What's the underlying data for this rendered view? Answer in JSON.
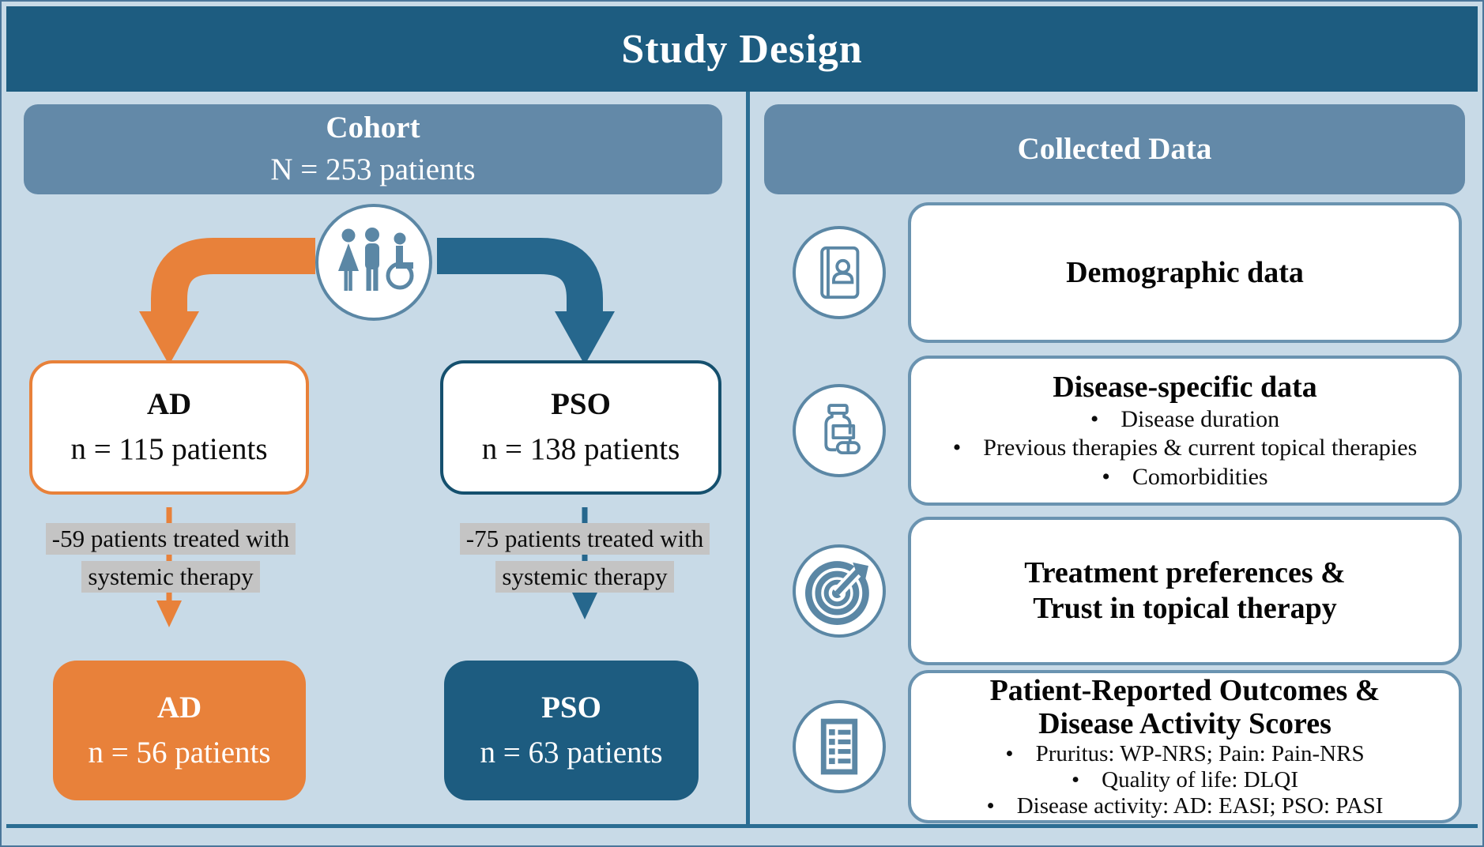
{
  "title": "Study Design",
  "glyphs": {
    "bullet": "•"
  },
  "colors": {
    "header_bg": "#1d5c80",
    "panel_bg": "#c8dae7",
    "subheader_bg": "#6389a8",
    "orange_accent": "#e8813a",
    "teal_accent": "#1d5c80",
    "teal_arrow": "#26678d",
    "icon_blue": "#5b87a5",
    "card_border": "#6a93b0",
    "note_highlight": "#c4c4c4",
    "divider": "#2b6d93"
  },
  "cohort_panel": {
    "header": {
      "line1": "Cohort",
      "line2": "N = 253 patients"
    },
    "icon": "cohort-people-icon",
    "ad_branch": {
      "top_box": {
        "line1": "AD",
        "line2": "n = 115 patients"
      },
      "note_line1": "-59 patients treated with",
      "note_line2": "systemic therapy",
      "bottom_box": {
        "line1": "AD",
        "line2": "n = 56 patients"
      }
    },
    "pso_branch": {
      "top_box": {
        "line1": "PSO",
        "line2": "n = 138 patients"
      },
      "note_line1": "-75 patients treated with",
      "note_line2": "systemic therapy",
      "bottom_box": {
        "line1": "PSO",
        "line2": "n = 63 patients"
      }
    }
  },
  "collected_panel": {
    "header": "Collected Data",
    "cards": [
      {
        "icon": "contact-book-icon",
        "title_lines": [
          "Demographic data"
        ],
        "bullets": []
      },
      {
        "icon": "pill-bottle-icon",
        "title_lines": [
          "Disease-specific data"
        ],
        "bullets": [
          "Disease duration",
          "Previous therapies & current topical therapies",
          "Comorbidities"
        ]
      },
      {
        "icon": "target-icon",
        "title_lines": [
          "Treatment preferences &",
          "Trust in topical therapy"
        ],
        "bullets": []
      },
      {
        "icon": "checklist-icon",
        "title_lines": [
          "Patient-Reported Outcomes &",
          "Disease Activity Scores"
        ],
        "bullets": [
          "Pruritus: WP-NRS; Pain: Pain-NRS",
          "Quality of life: DLQI",
          "Disease activity: AD: EASI; PSO: PASI"
        ]
      }
    ]
  }
}
